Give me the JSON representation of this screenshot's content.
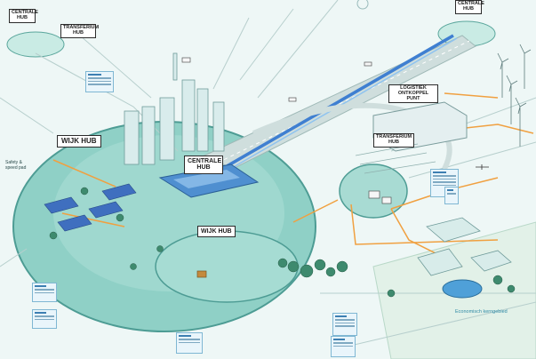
{
  "labels": {
    "centrale_hub_left": "CENTRALE HUB",
    "transfer_hub_top": "TRANSFERIUM HUB",
    "centrale_hub_top_right": "CENTRALE HUB",
    "wijk_hub_left": "WIJK HUB",
    "centrale_hub_center": "CENTRALE HUB",
    "logistiek_ontkoppelpunt": "LOGISTIEK ONTKOPPEL PUNT",
    "transferium_hub_right": "TRANSFERIUM HUB",
    "wijk_hub_bottom": "WIJK HUB"
  },
  "annotations": {
    "safety_speed_pad": "Safety & speed pad",
    "economisch_kerngebied": "Economisch kerngebied"
  },
  "colors": {
    "background": "#eef7f6",
    "district": "#8fd0c6",
    "district_edge": "#4d9c94",
    "road": "#cfdedd",
    "rail": "#3f7fd1",
    "route": "#f0a040",
    "building": "#d9ecec",
    "tree": "#3e8a6e",
    "note_bg": "#e9f5fb",
    "note_border": "#7fb7d3"
  }
}
